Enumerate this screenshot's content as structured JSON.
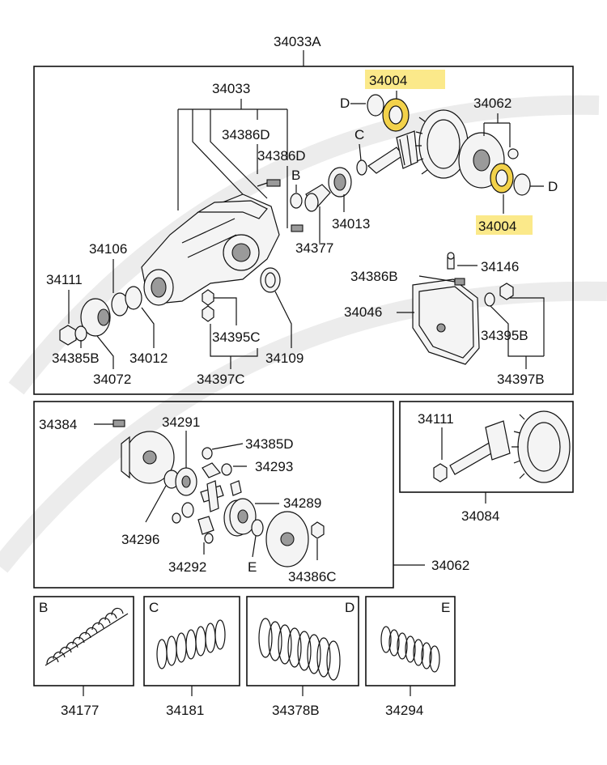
{
  "colors": {
    "highlight": "#fbe98a",
    "highlight_part": "#f3d24a",
    "line": "#111111"
  },
  "watermark": "",
  "labels": {
    "assembly": "34033A",
    "p34033": "34033",
    "p34386D_a": "34386D",
    "p34386D_b": "34386D",
    "p34004_top": "34004",
    "p34004_bot": "34004",
    "p34062_top": "34062",
    "p34106": "34106",
    "p34111_left": "34111",
    "p34013": "34013",
    "p34377": "34377",
    "p34386B": "34386B",
    "p34146": "34146",
    "p34046": "34046",
    "p34395C": "34395C",
    "p34109": "34109",
    "p34385B": "34385B",
    "p34012": "34012",
    "p34072": "34072",
    "p34397C": "34397C",
    "p34395B": "34395B",
    "p34397B": "34397B",
    "p34384": "34384",
    "p34291": "34291",
    "p34385D": "34385D",
    "p34293": "34293",
    "p34289": "34289",
    "p34296": "34296",
    "p34292": "34292",
    "p34386C": "34386C",
    "p34062_bottom": "34062",
    "p34111_right": "34111",
    "p34084": "34084",
    "p34177": "34177",
    "p34181": "34181",
    "p34378B": "34378B",
    "p34294": "34294",
    "letter_B": "B",
    "letter_C": "C",
    "letter_D": "D",
    "letter_E": "E",
    "inset_B": "B",
    "inset_C": "C",
    "inset_D": "D",
    "inset_E": "E",
    "letter_D_right": "D",
    "letter_E_diff": "E"
  }
}
